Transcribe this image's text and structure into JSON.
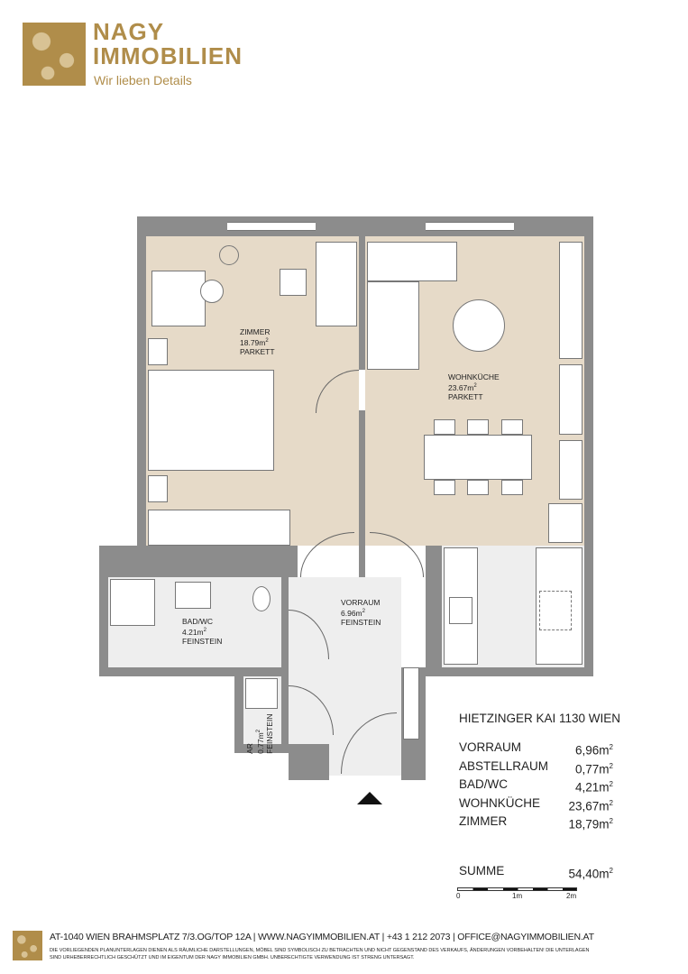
{
  "brand": {
    "name_line1": "NAGY",
    "name_line2": "IMMOBILIEN",
    "tagline": "Wir lieben Details",
    "color": "#b08d4a"
  },
  "rooms": [
    {
      "name": "ZIMMER",
      "area": "18.79m",
      "floor": "PARKETT"
    },
    {
      "name": "WOHNKÜCHE",
      "area": "23.67m",
      "floor": "PARKETT"
    },
    {
      "name": "VORRAUM",
      "area": "6.96m",
      "floor": "FEINSTEIN"
    },
    {
      "name": "BAD/WC",
      "area": "4.21m",
      "floor": "FEINSTEIN"
    },
    {
      "name": "AR",
      "area": "0.77m",
      "floor": "FEINSTEIN"
    }
  ],
  "summary": {
    "address": "HIETZINGER KAI 1130 WIEN",
    "items": [
      {
        "label": "VORRAUM",
        "value": "6,96m"
      },
      {
        "label": "ABSTELLRAUM",
        "value": "0,77m"
      },
      {
        "label": "BAD/WC",
        "value": "4,21m"
      },
      {
        "label": "WOHNKÜCHE",
        "value": "23,67m"
      },
      {
        "label": "ZIMMER",
        "value": "18,79m"
      }
    ],
    "total_label": "SUMME",
    "total_value": "54,40m",
    "unit_sup": "2"
  },
  "scale": {
    "ticks": [
      "0",
      "1m",
      "2m"
    ]
  },
  "footer": {
    "contact": "AT-1040 WIEN BRAHMSPLATZ 7/3.OG/TOP 12A  | WWW.NAGYIMMOBILIEN.AT | +43 1 212 2073 | OFFICE@NAGYIMMOBILIEN.AT",
    "disclaimer": "DIE VORLIEGENDEN PLANUNTERLAGEN DIENEN ALS RÄUMLICHE DARSTELLUNGEN, MÖBEL SIND SYMBOLISCH ZU BETRACHTEN UND NICHT GEGENSTAND DES VERKAUFS, ÄNDERUNGEN VORBEHALTEN! DIE UNTERLAGEN SIND URHEBERRECHTLICH GESCHÜTZT UND IM EIGENTUM DER NAGY IMMOBILIEN GMBH. UNBERECHTIGTE VERWENDUNG IST STRENG UNTERSAGT."
  }
}
